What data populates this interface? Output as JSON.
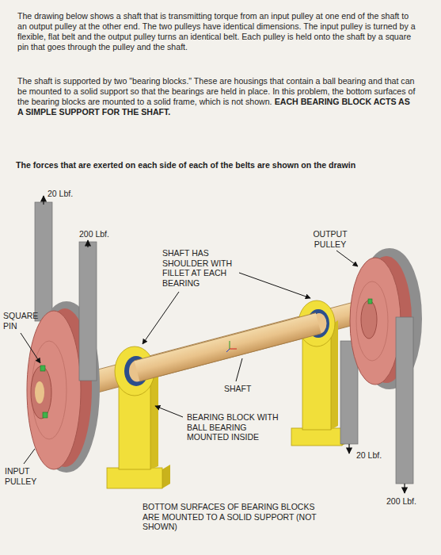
{
  "diagram": {
    "labels": [
      "The drawing below shows a shaft that is transmitting torque from an input pulley at one end of the shaft to an output pulley at the other end. The two pulleys have identical dimensions. The input pulley is turned by a flexible, flat belt and the output pulley turns an identical belt. Each pulley is held onto the shaft by a square pin that goes through the pulley and the shaft.",
      "The shaft is supported by two \"bearing blocks.\" These are housings that contain a ball bearing and that can be mounted to a solid support so that the bearings are held in place. In this problem, the bottom surfaces of the bearing blocks are mounted to a solid frame, which is not shown.",
      "EACH BEARING BLOCK ACTS AS A SIMPLE SUPPORT FOR THE SHAFT.",
      "The forces that are exerted on each side of each of the belts are shown on the drawin",
      "20 Lbf.",
      "200 Lbf.",
      "SHAFT HAS SHOULDER WITH FILLET AT EACH BEARING",
      "OUTPUT PULLEY",
      "SQUARE PIN",
      "SHAFT",
      "BEARING BLOCK WITH BALL BEARING MOUNTED INSIDE",
      "INPUT PULLEY",
      "20 Lbf.",
      "200 Lbf.",
      "BOTTOM SURFACES OF BEARING BLOCKS ARE MOUNTED TO A SOLID SUPPORT (NOT SHOWN)"
    ]
  }
}
